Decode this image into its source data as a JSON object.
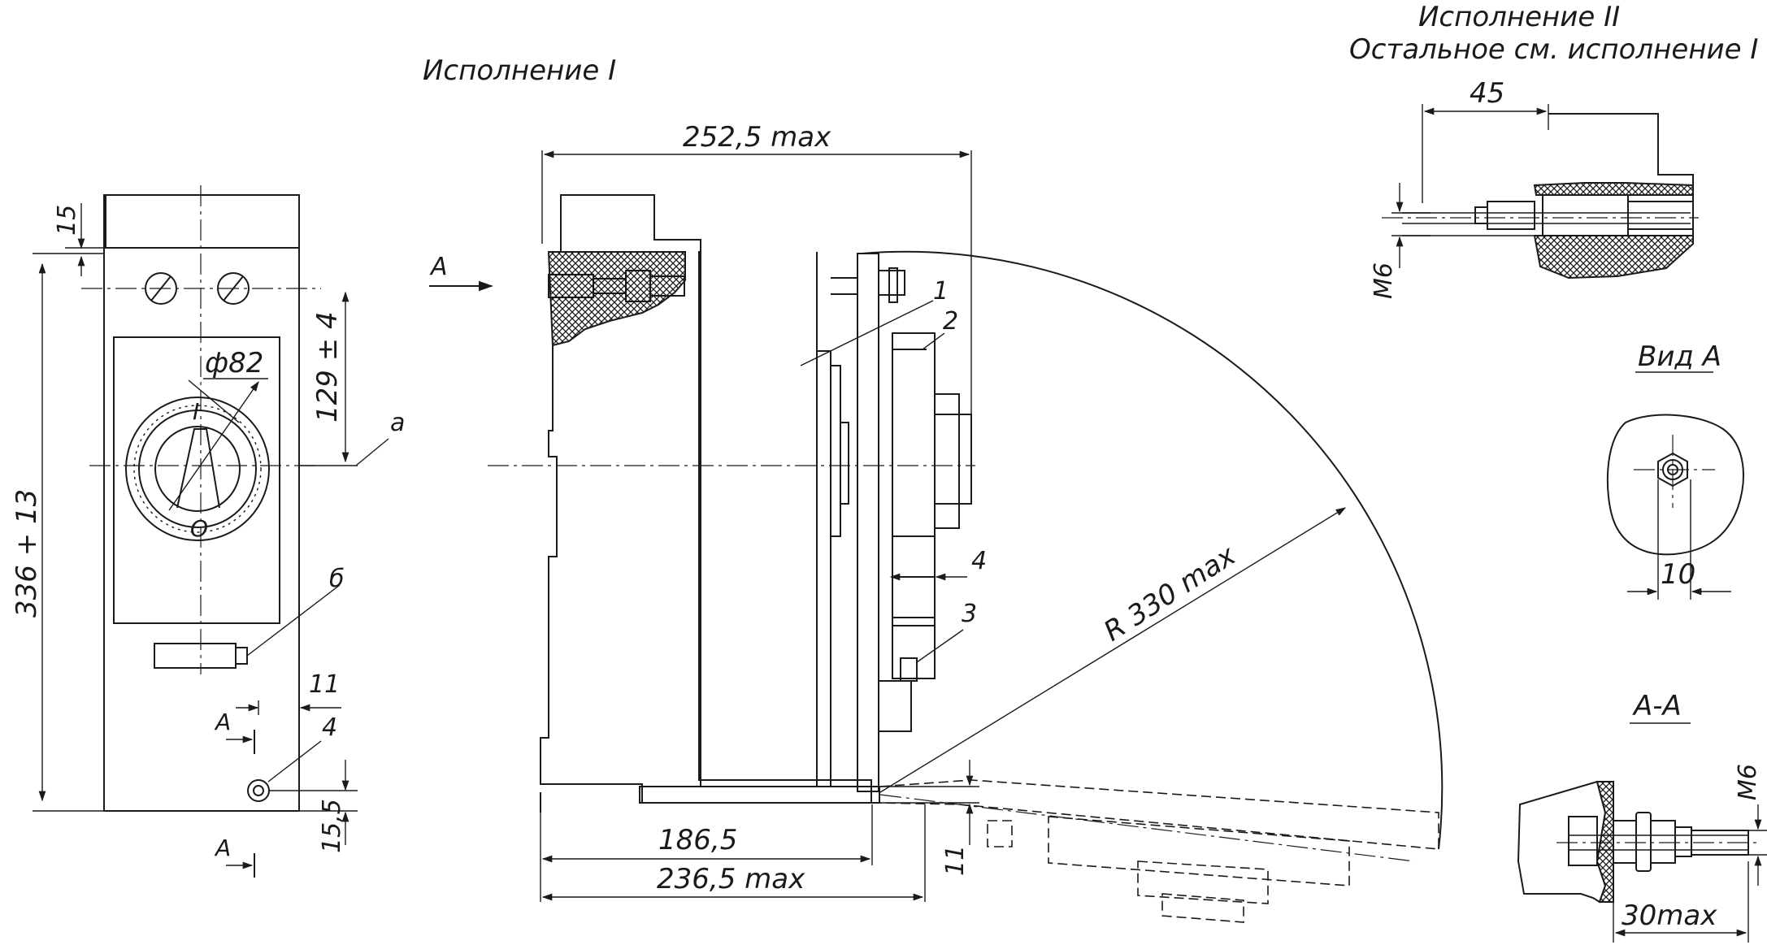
{
  "views": {
    "variant_1_title": "Исполнение I",
    "variant_2_title": "Исполнение II",
    "variant_2_note": "Остальное см. исполнение I",
    "view_a_title": "Вид А",
    "section_title": "А-А"
  },
  "front_view": {
    "dim_15": "15",
    "dim_336": "336 + 13",
    "dim_129": "129 ± 4",
    "dim_phi82": "ф82",
    "dim_11": "11",
    "dim_15_5": "15,5",
    "label_a": "а",
    "label_b": "б",
    "label_4": "4",
    "section_mark_top": "А",
    "section_mark_bottom": "А",
    "dial_top": "I",
    "dial_bottom": "О"
  },
  "side_view": {
    "arrow_a": "А",
    "dim_252_5": "252,5 max",
    "dim_186_5": "186,5",
    "dim_236_5": "236,5 max",
    "dim_4": "4",
    "dim_11": "11",
    "dim_r330": "R 330 max",
    "pos_1": "1",
    "pos_2": "2",
    "pos_3": "3"
  },
  "detail_variant_2": {
    "dim_45": "45",
    "dim_m6": "М6"
  },
  "detail_view_a": {
    "dim_10": "10"
  },
  "detail_section": {
    "dim_m6": "М6",
    "dim_30": "30max"
  }
}
